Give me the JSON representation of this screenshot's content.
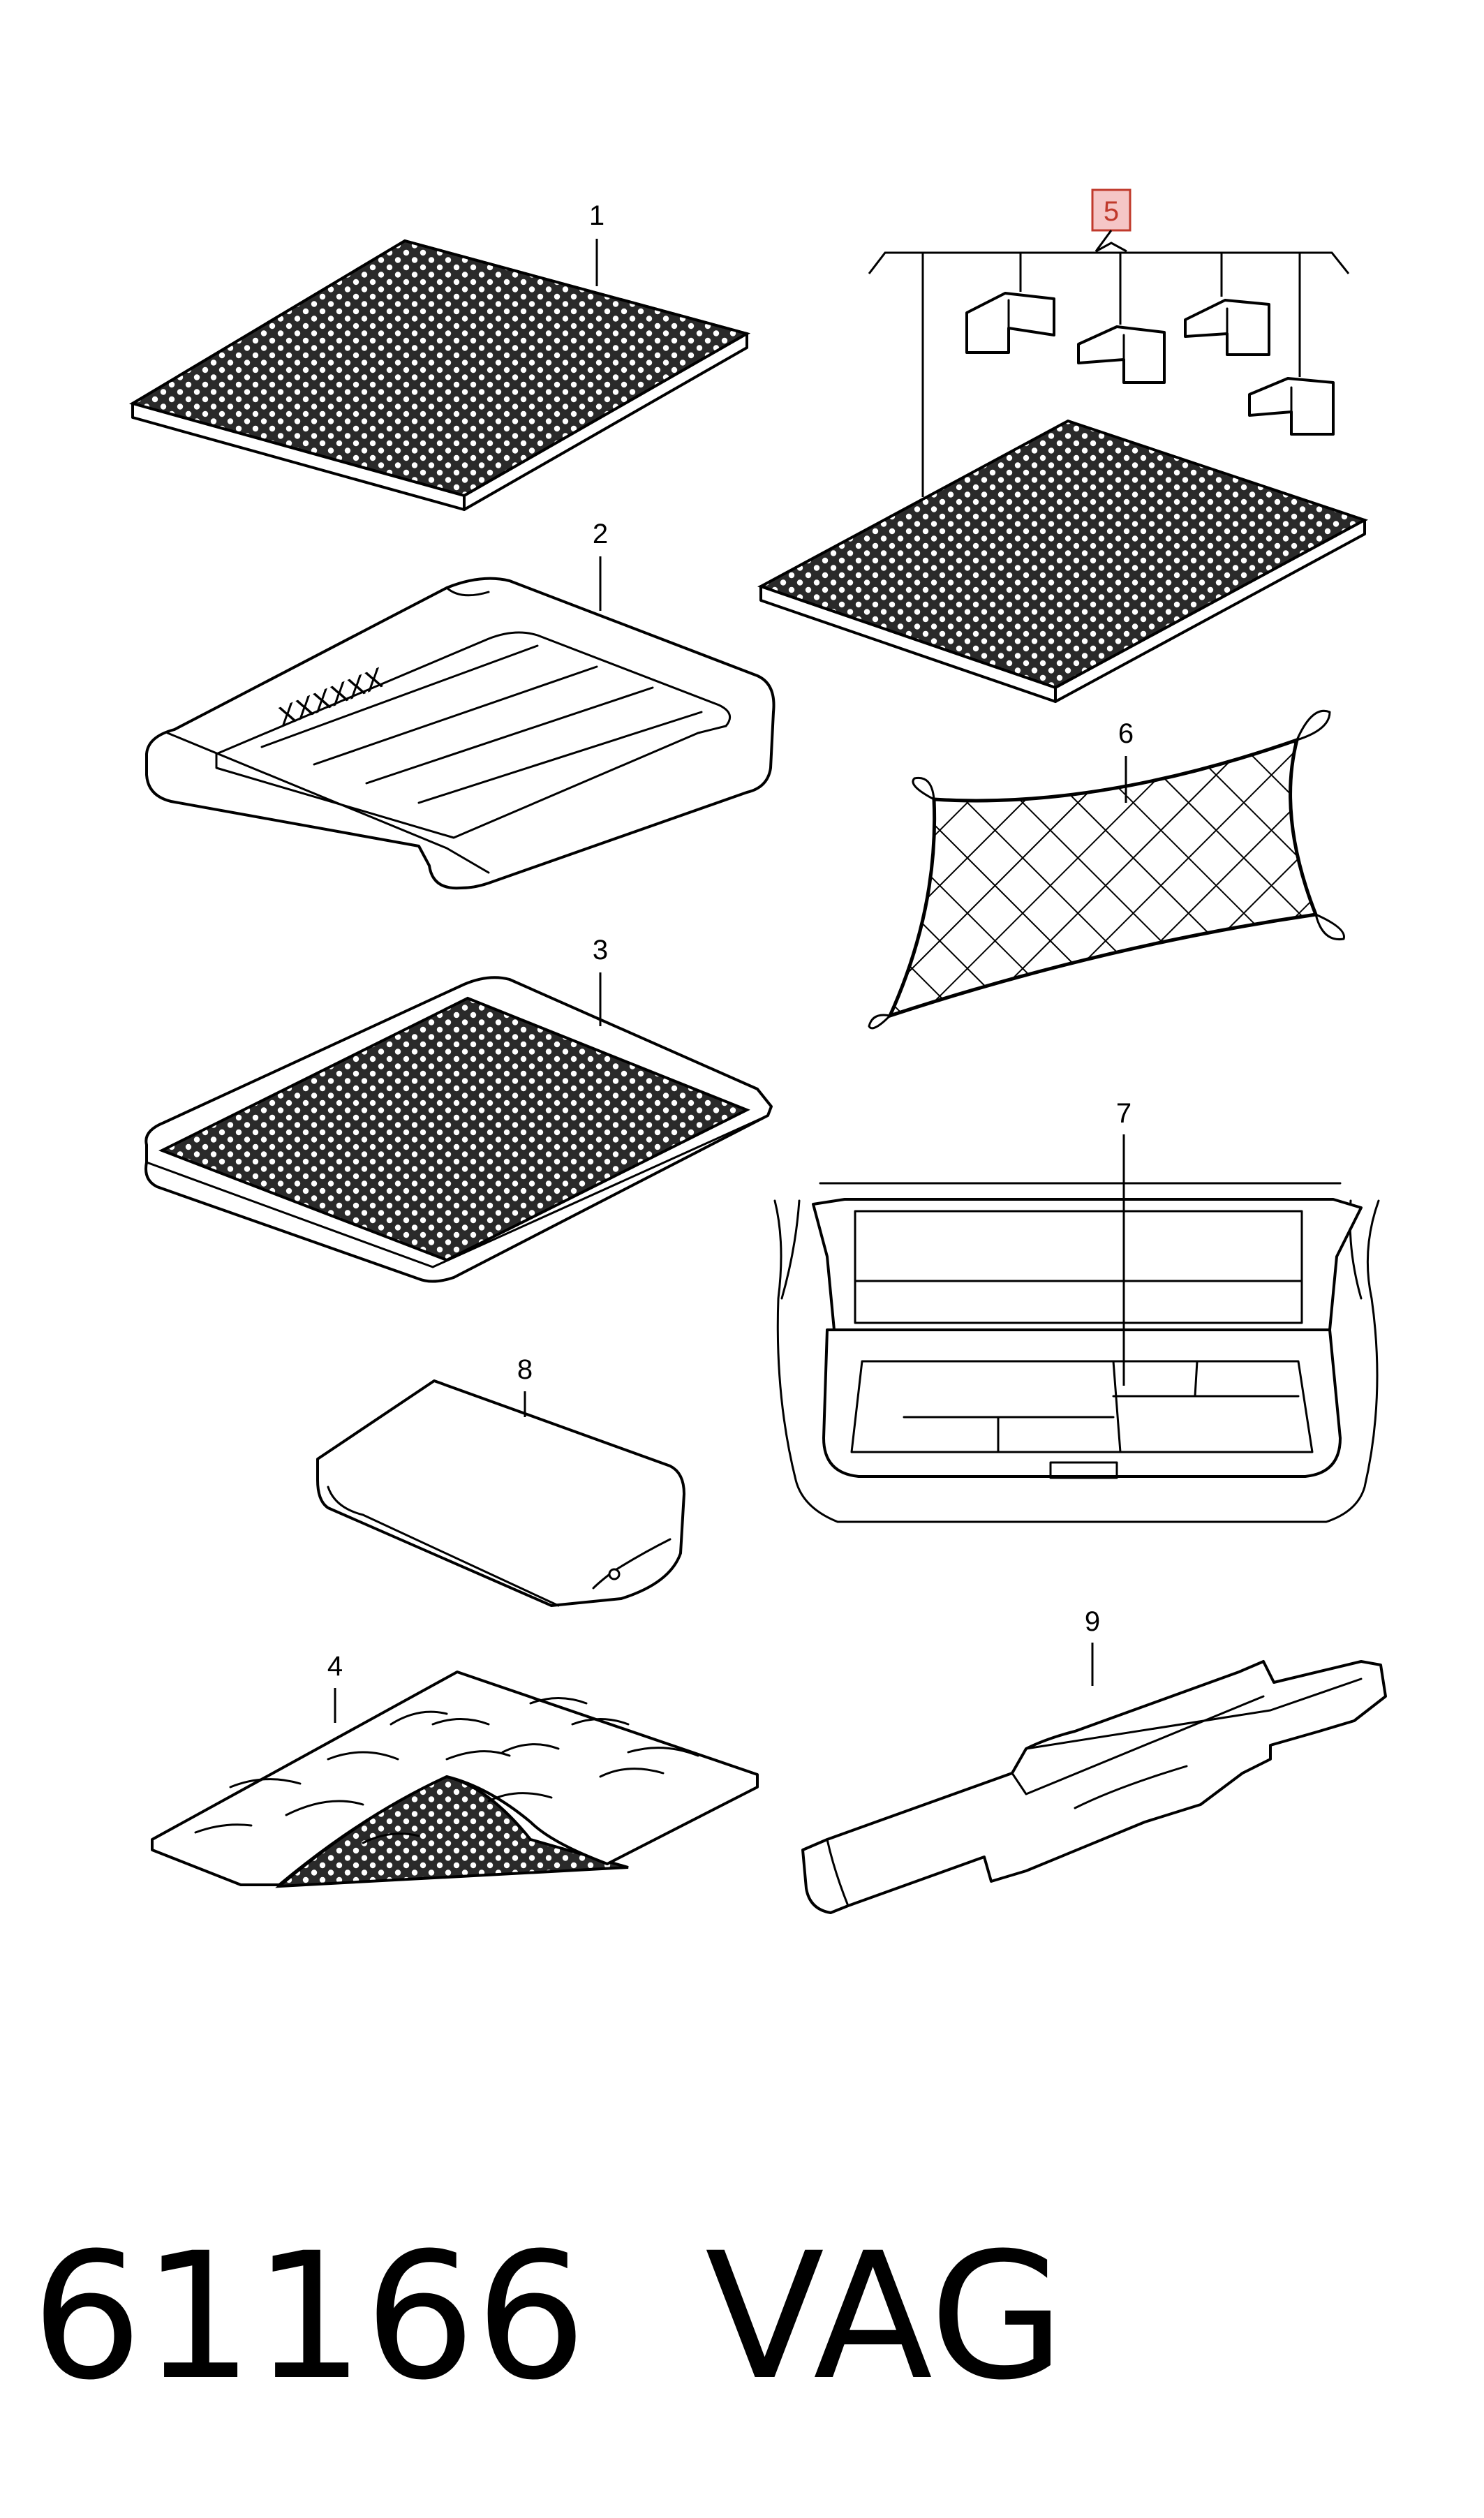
{
  "callouts": {
    "p1": "1",
    "p2": "2",
    "p3": "3",
    "p4": "4",
    "p5": "5",
    "p6": "6",
    "p7": "7",
    "p8": "8",
    "p9": "9"
  },
  "mat_marking": "XXXXXX",
  "footer": {
    "part_number": "61166",
    "brand": "VAG"
  },
  "colors": {
    "highlight_box": "#f5c6c6",
    "highlight_border": "#c0392b",
    "line": "#000000"
  }
}
